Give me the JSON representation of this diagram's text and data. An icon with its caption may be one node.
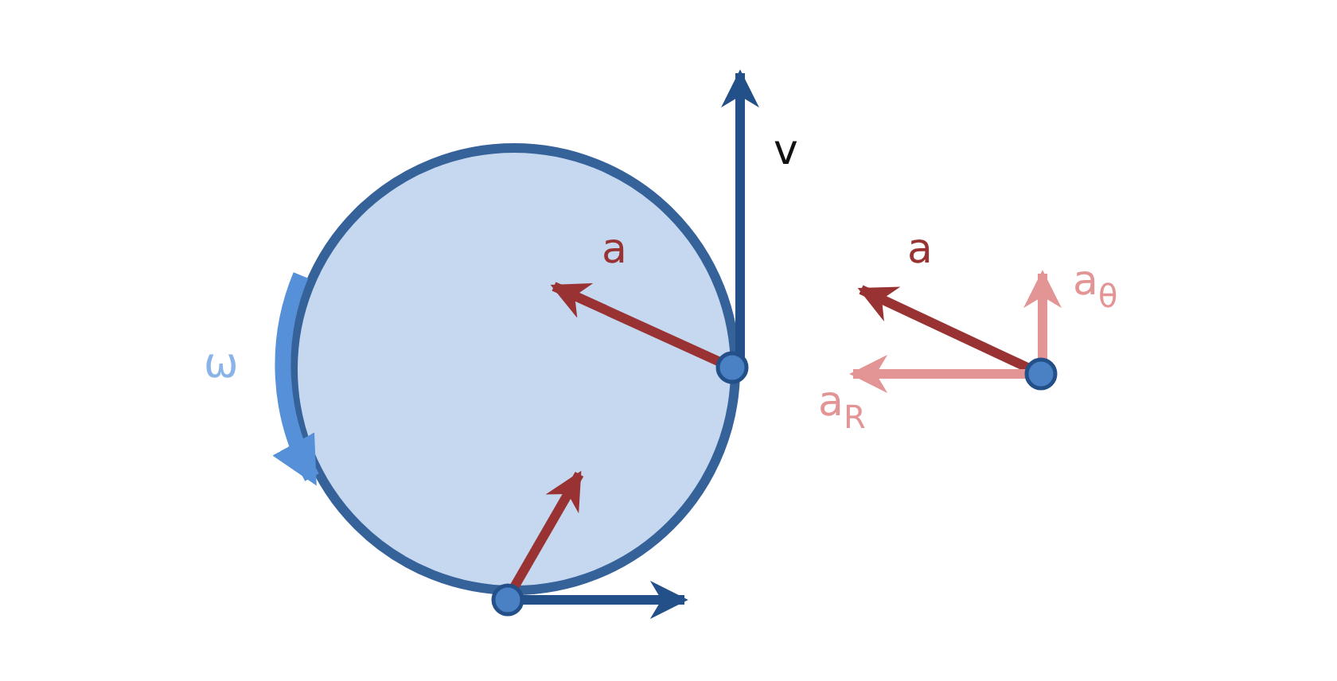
{
  "diagram": {
    "labels": [
      "v",
      "a",
      "a",
      "a$_{θ}$",
      "ω",
      "a$_{R}$"
    ]
  }
}
